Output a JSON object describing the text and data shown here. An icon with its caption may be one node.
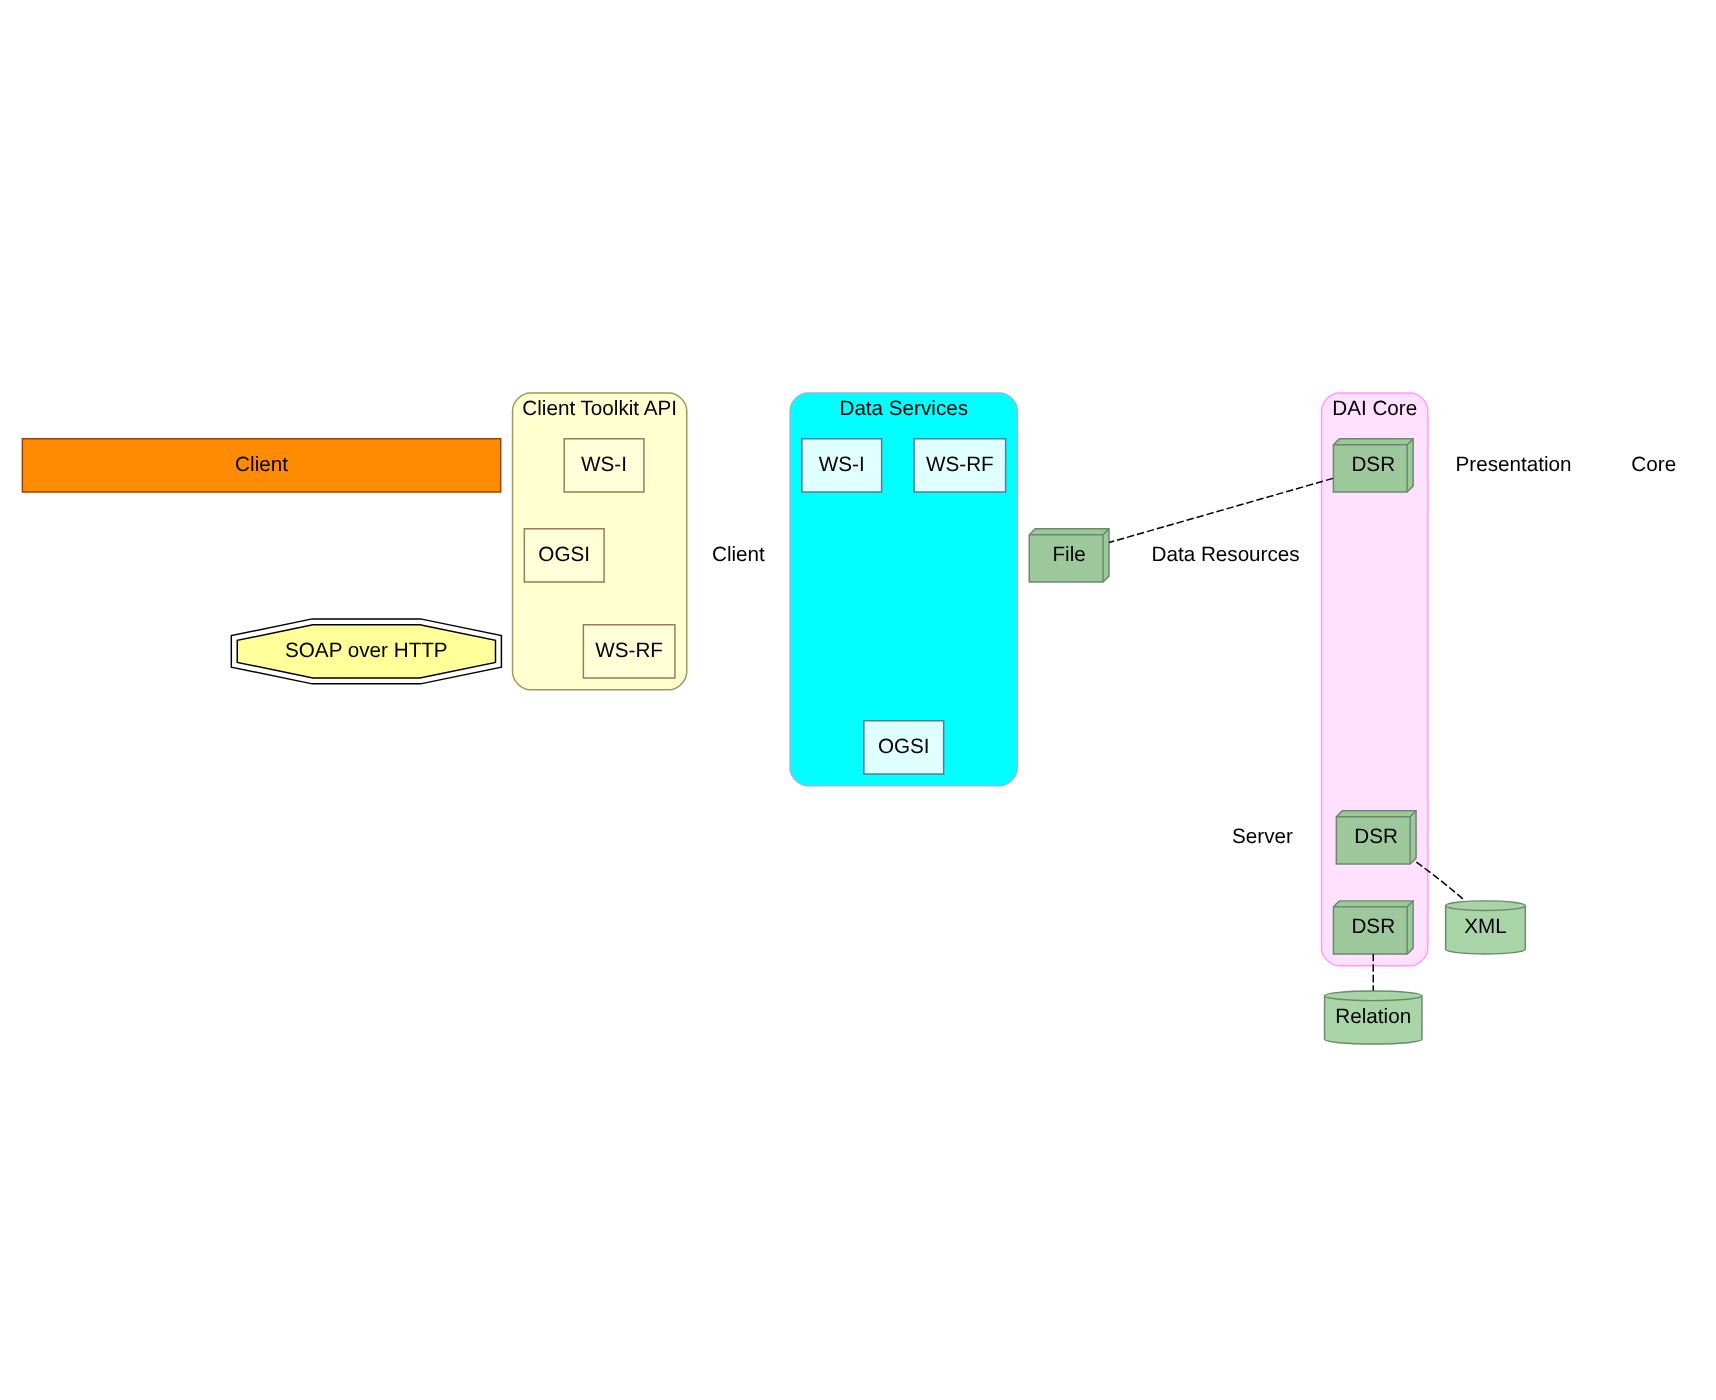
{
  "diagram": {
    "nodes": [
      {
        "text": [
          "Client"
        ]
      },
      {
        "text": [
          "Client Toolkit API"
        ]
      },
      {
        "text": [
          "WS-RF"
        ],
        "in": 1
      },
      {
        "text": [
          "OGSI"
        ],
        "in": 1
      },
      {
        "text": [
          "WS-I"
        ],
        "in": 1
      },
      {
        "text": [
          "SOAP over HTTP"
        ]
      },
      {
        "text": [
          "Data Services"
        ]
      },
      {
        "text": [
          "WS-RF"
        ],
        "in": 6
      },
      {
        "text": [
          "OGSI"
        ],
        "in": 6
      },
      {
        "text": [
          "WS-I"
        ],
        "in": 6
      },
      {
        "text": [
          "DAI Core"
        ]
      },
      {
        "text": [
          "DSR"
        ],
        "in": 10
      },
      {
        "text": [
          "DSR"
        ],
        "in": 10
      },
      {
        "text": [
          "DSR"
        ],
        "in": 10
      },
      {
        "text": [
          "Relation"
        ]
      },
      {
        "text": [
          "XML"
        ]
      },
      {
        "text": [
          "File"
        ]
      }
    ],
    "edges": [
      {
        "from": 11,
        "to": 14,
        "arrow": "none",
        "style": "dashed"
      },
      {
        "from": 12,
        "to": 15,
        "arrow": "none",
        "style": "dashed"
      },
      {
        "from": 13,
        "to": 16,
        "arrow": "none",
        "style": "dashed"
      }
    ],
    "labels": [
      "Client",
      "Server",
      "Presentation",
      "Core",
      "Data Resources"
    ]
  }
}
